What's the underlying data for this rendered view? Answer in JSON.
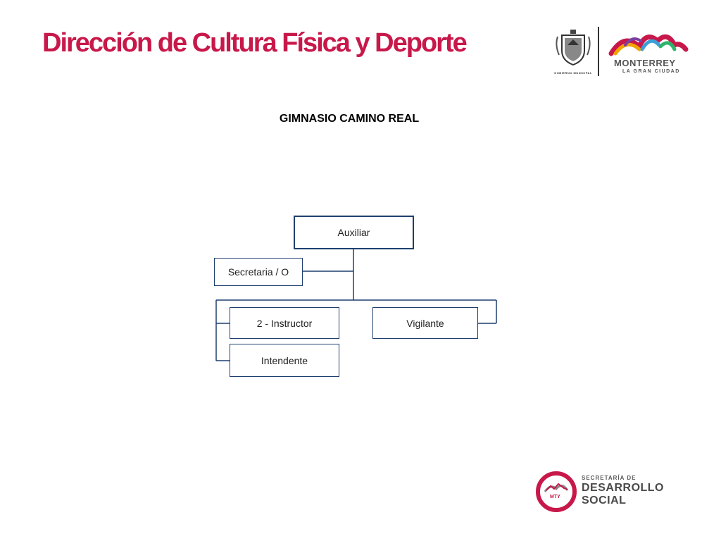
{
  "header": {
    "title": "Dirección de Cultura Física y Deporte"
  },
  "subtitle": "GIMNASIO CAMINO REAL",
  "org_chart": {
    "nodes": [
      {
        "id": "auxiliar",
        "label": "Auxiliar"
      },
      {
        "id": "secretaria",
        "label": "Secretaria / O"
      },
      {
        "id": "instructor",
        "label": "2 - Instructor"
      },
      {
        "id": "vigilante",
        "label": "Vigilante"
      },
      {
        "id": "intendente",
        "label": "Intendente"
      }
    ],
    "edges": [
      [
        "auxiliar",
        "secretaria"
      ],
      [
        "auxiliar",
        "instructor"
      ],
      [
        "auxiliar",
        "intendente"
      ],
      [
        "auxiliar",
        "vigilante"
      ]
    ]
  },
  "logos": {
    "monterrey_name": "MONTERREY",
    "monterrey_tagline": "LA GRAN CIUDAD",
    "gobierno_caption": "GOBIERNO MUNICIPAL",
    "sds_line1": "SECRETARÍA DE",
    "sds_line2": "DESARROLLO",
    "sds_line3": "SOCIAL",
    "sds_badge": "MTY"
  },
  "colors": {
    "title": "#C8184A",
    "box_border": "#1F3F6F",
    "brand_red": "#C8184A",
    "logo_gray": "#5A5A5A"
  }
}
